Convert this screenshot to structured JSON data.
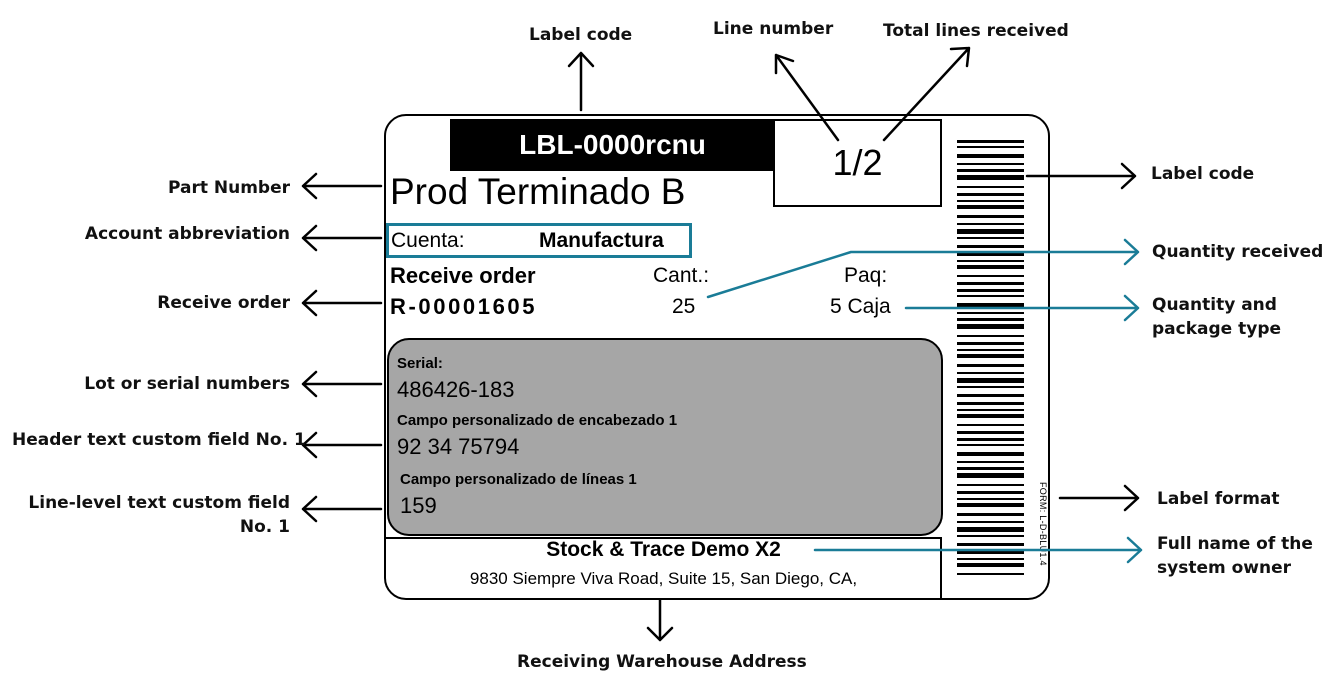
{
  "label": {
    "code": "LBL-0000rcnu",
    "line": "1/2",
    "part_number": "Prod Terminado B",
    "account_label": "Cuenta:",
    "account_value": "Manufactura",
    "receive_order_label": "Receive order",
    "receive_order_value": "R-00001605",
    "qty_label": "Cant.:",
    "qty_value": "25",
    "pkg_label": "Paq:",
    "pkg_value": "5 Caja",
    "serial_label": "Serial:",
    "serial_value": "486426-183",
    "header_field_label": "Campo personalizado de encabezado 1",
    "header_field_value": "92 34 75794",
    "line_field_label": "Campo personalizado de líneas 1",
    "line_field_value": "159",
    "owner": "Stock & Trace Demo X2",
    "address": "9830 Siempre Viva Road, Suite 15, San Diego, CA,",
    "form": "FORM: L-D-BLU1.4"
  },
  "callouts": {
    "label_code_top": "Label code",
    "line_number": "Line number",
    "total_lines": "Total lines received",
    "part_number": "Part Number",
    "account": "Account abbreviation",
    "receive_order": "Receive order",
    "lot_serial": "Lot or serial numbers",
    "header_field": "Header text custom field No. 1",
    "line_field_1": "Line-level text custom field",
    "line_field_2": "No. 1",
    "label_code_right": "Label code",
    "qty_received": "Quantity received",
    "qty_pkg_1": "Quantity and",
    "qty_pkg_2": "package type",
    "label_format": "Label format",
    "owner_1": "Full name of the",
    "owner_2": "system owner",
    "warehouse": "Receiving Warehouse Address"
  },
  "colors": {
    "accent": "#1a7c97",
    "panel": "#a6a6a6",
    "ink": "#000000"
  },
  "barcode": {
    "type": "barcode-icon"
  }
}
